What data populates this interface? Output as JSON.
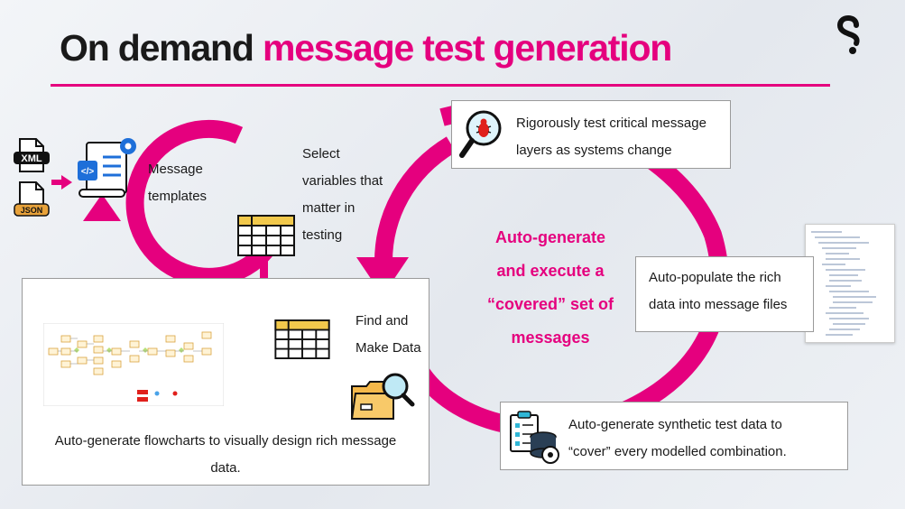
{
  "title": {
    "part1": "On demand",
    "part2": "message test generation"
  },
  "icons": {
    "logo": "s-logo",
    "xml_file": "xml-file-icon",
    "xml_label": "XML",
    "json_file": "json-file-icon",
    "json_label": "JSON",
    "template": "code-template-icon",
    "table": "table-icon",
    "bug_search": "bug-search-icon",
    "folder_search": "folder-search-icon",
    "database_checklist": "database-checklist-icon"
  },
  "labels": {
    "message_templates": [
      "Message",
      "templates"
    ],
    "select_variables": [
      "Select",
      "variables that",
      "matter in",
      "testing"
    ],
    "find_make_data": [
      "Find and",
      "Make Data"
    ],
    "flowchart_caption": [
      "Auto-generate flowcharts to visually design rich message",
      "data."
    ],
    "rigorously_test": [
      "Rigorously test critical message",
      "layers as systems change"
    ],
    "center": [
      "Auto-generate",
      "and execute a",
      "“covered” set of",
      "messages"
    ],
    "auto_populate": [
      "Auto-populate the rich",
      "data  into message files"
    ],
    "synthetic_data": [
      "Auto-generate synthetic test data to",
      "“cover” every modelled combination."
    ]
  },
  "colors": {
    "accent": "#e5007e",
    "dark": "#1a1a1a",
    "blue": "#1e6fd9",
    "cyan": "#2fb6d6"
  }
}
